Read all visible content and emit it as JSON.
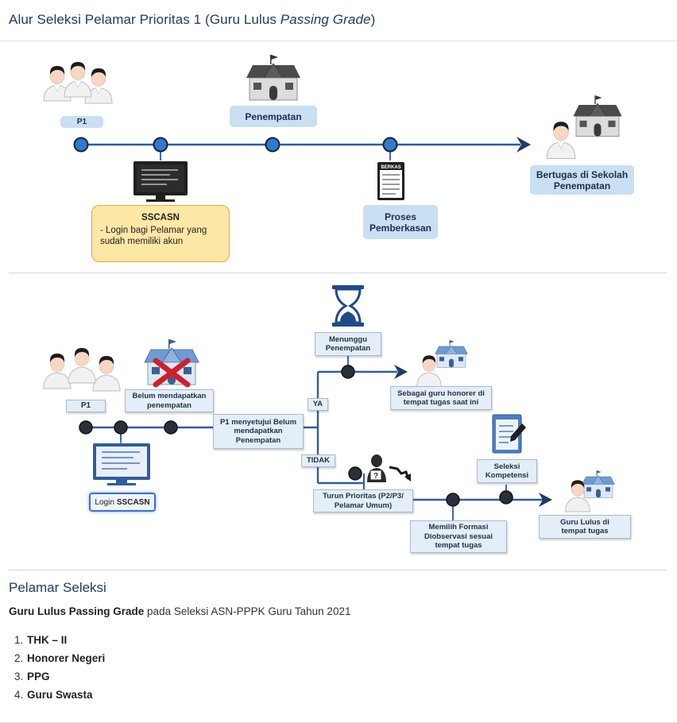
{
  "header": {
    "title_prefix": "Alur Seleksi Pelamar Prioritas 1 (Guru Lulus ",
    "title_em": "Passing Grade",
    "title_suffix": ")"
  },
  "diagram1": {
    "p1": "P1",
    "penempatan": "Penempatan",
    "sscasn_title": "SSCASN",
    "sscasn_text": "- Login bagi Pelamar yang sudah memiliki akun",
    "proses": "Proses Pemberkasan",
    "bertugas": "Bertugas di Sekolah Penempatan",
    "berkas_label": "BERKAS"
  },
  "diagram2": {
    "p1": "P1",
    "belum": "Belum mendapatkan penempatan",
    "p1_menyetujui": "P1 menyetujui Belum mendapatkan Penempatan",
    "login_prefix": "Login",
    "login_bold": "SSCASN",
    "menunggu": "Menunggu Penempatan",
    "ya": "YA",
    "tidak": "TIDAK",
    "honorer": "Sebagai guru honorer di tempat tugas saat ini",
    "turun": "Turun Prioritas (P2/P3/ Pelamar Umum)",
    "seleksi": "Seleksi Kompetensi",
    "memilih": "Memilih Formasi Diobservasi sesuai tempat tugas",
    "guru_lulus": "Guru Lulus di tempat tugas"
  },
  "pelamar": {
    "title": "Pelamar Seleksi",
    "subtitle_bold": "Guru Lulus Passing Grade",
    "subtitle_rest": " pada Seleksi ASN-PPPK Guru Tahun 2021",
    "items": [
      {
        "num": "1.",
        "label": "THK – II"
      },
      {
        "num": "2.",
        "label": "Honorer Negeri"
      },
      {
        "num": "3.",
        "label": "PPG"
      },
      {
        "num": "4.",
        "label": "Guru Swasta"
      }
    ]
  },
  "colors": {
    "title": "#1f3b63",
    "line": "#2e5ca8",
    "node_blue": "#2f7ad0",
    "node_dark": "#2a2f3a",
    "label_box": "#c9dff2",
    "sscasn_box": "#fde7a5"
  }
}
